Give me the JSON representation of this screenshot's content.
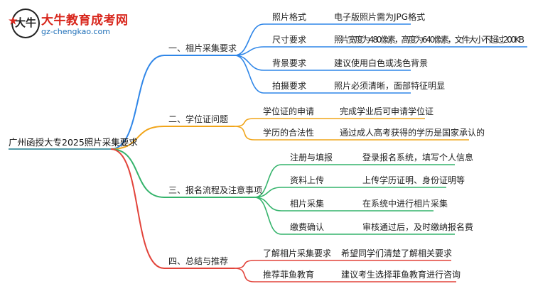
{
  "logo": {
    "badge_text": "大牛",
    "title": "大牛教育成考网",
    "url": "gz-chengkao.com"
  },
  "root": "广州函授大专2025照片采集要求",
  "branches": [
    {
      "label": "一、相片采集要求",
      "color": "#2f86e8",
      "children": [
        {
          "label": "照片格式",
          "detail": "电子版照片需为JPG格式"
        },
        {
          "label": "尺寸要求",
          "detail": "照片宽度为480像素，高度为640像素，文件大小不超过200KB"
        },
        {
          "label": "背景要求",
          "detail": "建议使用白色或浅色背景"
        },
        {
          "label": "拍摄要求",
          "detail": "照片必须清晰，面部特征明显"
        }
      ]
    },
    {
      "label": "二、学位证问题",
      "color": "#f1a51a",
      "children": [
        {
          "label": "学位证的申请",
          "detail": "完成学业后可申请学位证"
        },
        {
          "label": "学历的合法性",
          "detail": "通过成人高考获得的学历是国家承认的"
        }
      ]
    },
    {
      "label": "三、报名流程及注意事项",
      "color": "#34b36b",
      "children": [
        {
          "label": "注册与填报",
          "detail": "登录报名系统，填写个人信息"
        },
        {
          "label": "资料上传",
          "detail": "上传学历证明、身份证明等"
        },
        {
          "label": "相片采集",
          "detail": "在系统中进行相片采集"
        },
        {
          "label": "缴费确认",
          "detail": "审核通过后，及时缴纳报名费"
        }
      ]
    },
    {
      "label": "四、总结与推荐",
      "color": "#e2433a",
      "children": [
        {
          "label": "了解相片采集要求",
          "detail": "希望同学们清楚了解相关要求"
        },
        {
          "label": "推荐菲鱼教育",
          "detail": "建议考生选择菲鱼教育进行咨询"
        }
      ]
    }
  ]
}
